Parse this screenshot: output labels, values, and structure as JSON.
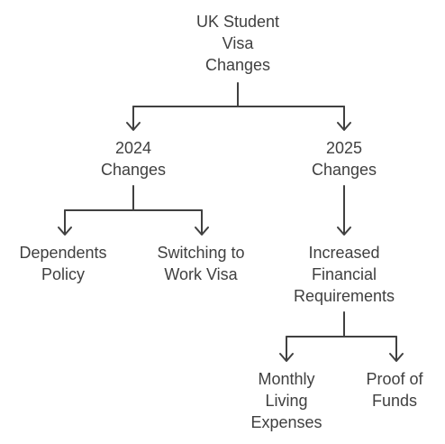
{
  "diagram": {
    "line_color": "#404040",
    "text_color": "#404040",
    "nodes": {
      "root": {
        "lines": [
          "UK Student",
          "Visa",
          "Changes"
        ]
      },
      "changes_2024": {
        "lines": [
          "2024",
          "Changes"
        ]
      },
      "changes_2025": {
        "lines": [
          "2025",
          "Changes"
        ]
      },
      "dependents_policy": {
        "lines": [
          "Dependents",
          "Policy"
        ]
      },
      "switching_work_visa": {
        "lines": [
          "Switching to",
          "Work Visa"
        ]
      },
      "increased_financial": {
        "lines": [
          "Increased",
          "Financial",
          "Requirements"
        ]
      },
      "monthly_living": {
        "lines": [
          "Monthly",
          "Living",
          "Expenses"
        ]
      },
      "proof_of_funds": {
        "lines": [
          "Proof of",
          "Funds"
        ]
      }
    }
  }
}
